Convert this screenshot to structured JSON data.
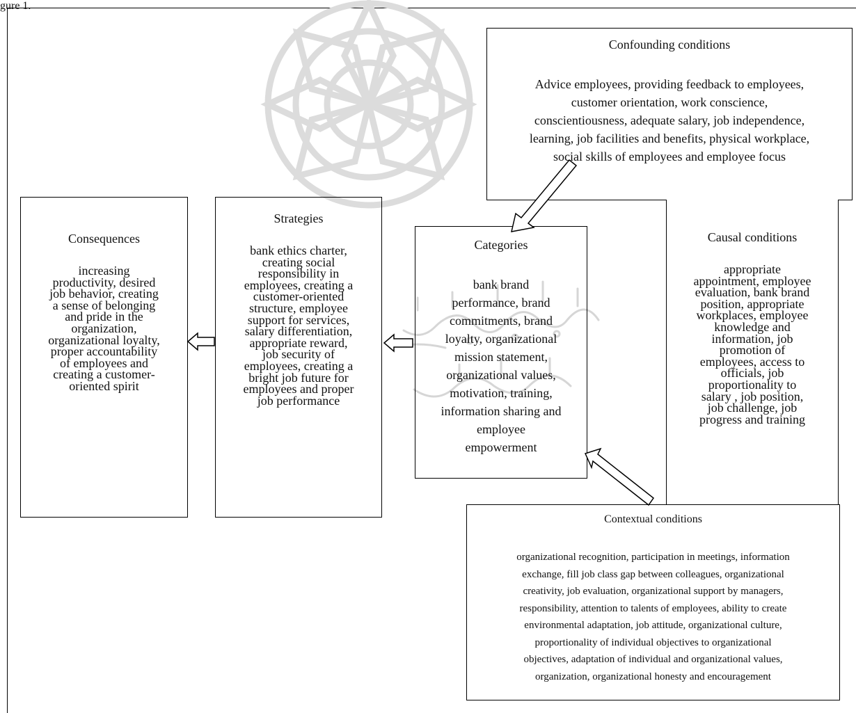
{
  "figure_label_fragment": "gure 1.",
  "boxes": {
    "consequences": {
      "title": "Consequences",
      "lines": [
        "increasing",
        "productivity, desired",
        "job behavior, creating",
        "a sense of belonging",
        "and pride in the",
        "organization,",
        "organizational loyalty,",
        "proper accountability",
        "of employees and",
        "creating a customer-",
        "oriented spirit"
      ]
    },
    "strategies": {
      "title": "Strategies",
      "lines": [
        "bank ethics charter,",
        "creating social",
        "responsibility in",
        "employees, creating a",
        "customer-oriented",
        "structure, employee",
        "support for services,",
        "salary differentiation,",
        "appropriate reward,",
        "job security of",
        "employees, creating a",
        "bright job future for",
        "employees and proper",
        "job performance"
      ]
    },
    "categories": {
      "title": "Categories",
      "lines": [
        "bank brand",
        "performance, brand",
        "commitments, brand",
        "loyalty, organizational",
        "mission statement,",
        "organizational values,",
        "motivation, training,",
        "information sharing and",
        "employee",
        "empowerment"
      ]
    },
    "causal": {
      "title": "Causal conditions",
      "lines": [
        "appropriate",
        "appointment, employee",
        "evaluation, bank brand",
        "position, appropriate",
        "workplaces, employee",
        "knowledge and",
        "information, job",
        "promotion of",
        "employees, access to",
        "officials, job",
        "proportionality to",
        "salary , job position,",
        "job challenge, job",
        "progress and training"
      ]
    },
    "confounding": {
      "title": "Confounding conditions",
      "lines": [
        "Advice employees, providing feedback to employees,",
        "customer orientation, work conscience,",
        "conscientiousness, adequate salary, job independence,",
        "learning, job facilities and benefits, physical workplace,",
        "social skills of employees and employee focus"
      ]
    },
    "contextual": {
      "title": "Contextual conditions",
      "lines": [
        "organizational recognition, participation in meetings, information",
        "exchange, fill job class gap between colleagues, organizational",
        "creativity, job evaluation, organizational support by managers,",
        "responsibility, attention to talents of employees, ability to create",
        "environmental adaptation, job attitude, organizational culture,",
        "proportionality of individual objectives to organizational",
        "objectives, adaptation of individual and organizational values,",
        "organization, organizational honesty and encouragement"
      ]
    }
  }
}
